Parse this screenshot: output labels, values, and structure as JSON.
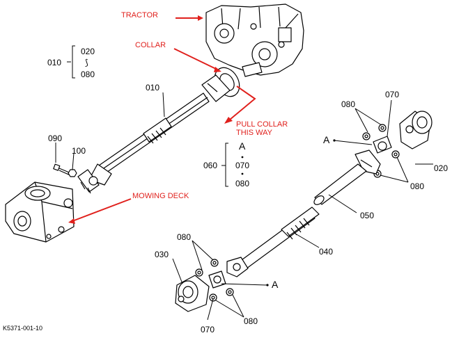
{
  "callouts": {
    "tractor": "TRACTOR",
    "collar": "COLLAR",
    "pull_collar_line1": "PULL COLLAR",
    "pull_collar_line2": "THIS WAY",
    "mowing_deck": "MOWING DECK"
  },
  "part_numbers": {
    "p010_group_head": "010",
    "p020_range_top": "020",
    "p080_range_bottom": "080",
    "p010_shaft": "010",
    "p090": "090",
    "p100": "100",
    "p060_group_head": "060",
    "p060_a": "A",
    "p070_range": "070",
    "p080_range": "080",
    "upper_080_top": "080",
    "upper_070": "070",
    "upper_a": "A",
    "upper_020": "020",
    "upper_080_right": "080",
    "p050": "050",
    "p040": "040",
    "lower_080_top": "080",
    "lower_030": "030",
    "lower_a": "A",
    "lower_080_bottom": "080",
    "lower_070": "070"
  },
  "figure_code": "K5371-001-10",
  "colors": {
    "callout_red": "#e0201c",
    "line_black": "#000000"
  }
}
